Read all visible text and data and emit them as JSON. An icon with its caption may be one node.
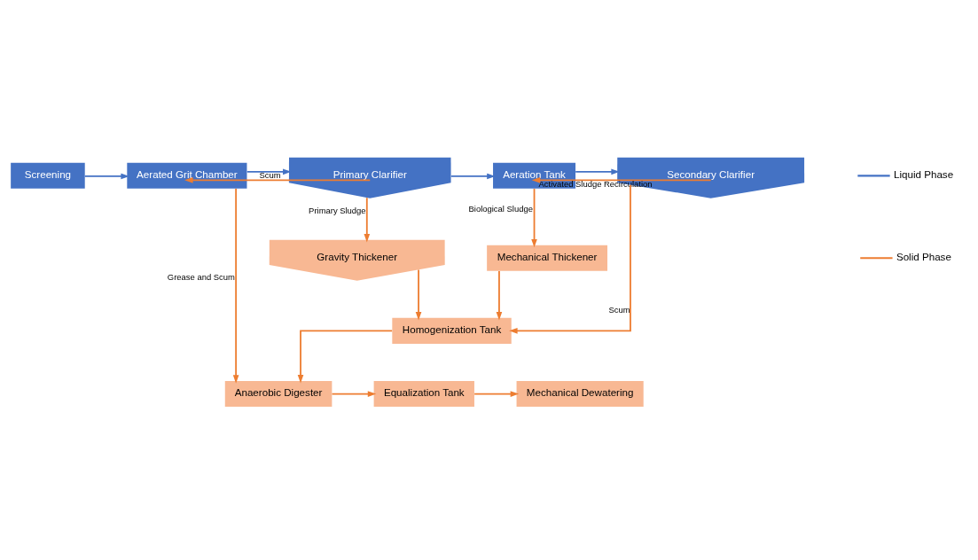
{
  "diagram": {
    "nodes": [
      {
        "text": [
          "Screening"
        ]
      },
      {
        "text": [
          "Aerated Grit Chamber"
        ]
      },
      {
        "text": [
          "Primary Clarifier"
        ]
      },
      {
        "text": [
          "Aeration Tank"
        ]
      },
      {
        "text": [
          "Secondary Clarifier"
        ]
      },
      {
        "text": [
          "Gravity Thickener"
        ]
      },
      {
        "text": [
          "Mechanical Thickener"
        ]
      },
      {
        "text": [
          "Homogenization Tank"
        ]
      },
      {
        "text": [
          "Anaerobic Digester"
        ]
      },
      {
        "text": [
          "Equalization Tank"
        ]
      },
      {
        "text": [
          "Mechanical Dewatering"
        ]
      }
    ],
    "edges": [
      {
        "from": 0,
        "to": 1,
        "arrow": "to",
        "color": "#4472c4"
      },
      {
        "from": 1,
        "to": 2,
        "arrow": "to",
        "color": "#4472c4"
      },
      {
        "from": 2,
        "to": 3,
        "arrow": "to",
        "color": "#4472c4"
      },
      {
        "from": 3,
        "to": 4,
        "arrow": "to",
        "color": "#4472c4"
      },
      {
        "from": 2,
        "to": 1,
        "arrow": "to",
        "label": "Scum"
      },
      {
        "from": 2,
        "to": 5,
        "arrow": "to",
        "label": "Primary Sludge"
      },
      {
        "from": 4,
        "to": 3,
        "arrow": "to",
        "label": "Activated Sludge Recirculation"
      },
      {
        "from": 3,
        "to": 6,
        "arrow": "to",
        "label": "Biological Sludge"
      },
      {
        "from": 5,
        "to": 7,
        "arrow": "to"
      },
      {
        "from": 6,
        "to": 7,
        "arrow": "to"
      },
      {
        "from": 4,
        "to": 7,
        "arrow": "to",
        "label": "Scum"
      },
      {
        "from": 1,
        "to": 8,
        "arrow": "to",
        "label": "Grease and Scum"
      },
      {
        "from": 7,
        "to": 8,
        "arrow": "to"
      },
      {
        "from": 8,
        "to": 9,
        "arrow": "to"
      },
      {
        "from": 9,
        "to": 10,
        "arrow": "to"
      }
    ],
    "legend": [
      {
        "text": "Liquid Phase"
      },
      {
        "text": "Solid Phase"
      }
    ]
  }
}
